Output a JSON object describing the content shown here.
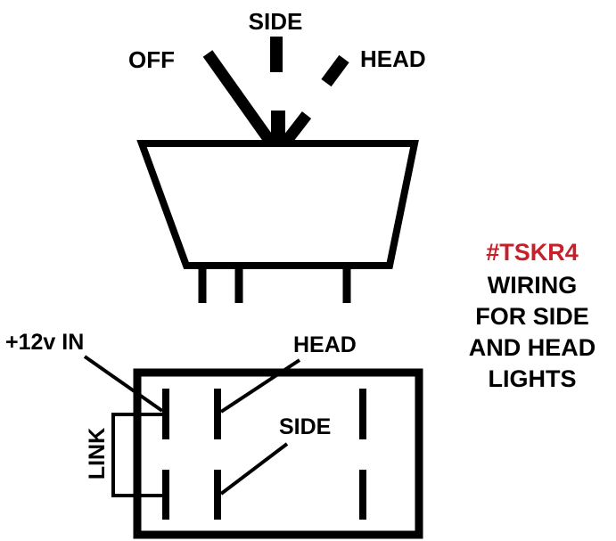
{
  "switch_top": {
    "labels": {
      "off": "OFF",
      "side": "SIDE",
      "head": "HEAD"
    }
  },
  "wiring": {
    "labels": {
      "input": "+12v IN",
      "head": "HEAD",
      "side": "SIDE",
      "link": "LINK"
    }
  },
  "caption": {
    "tag": "#TSKR4",
    "lines": [
      "WIRING",
      "FOR SIDE",
      "AND HEAD",
      "LIGHTS"
    ]
  },
  "colors": {
    "ink": "#000000",
    "tag": "#c8202a",
    "background": "#ffffff"
  }
}
